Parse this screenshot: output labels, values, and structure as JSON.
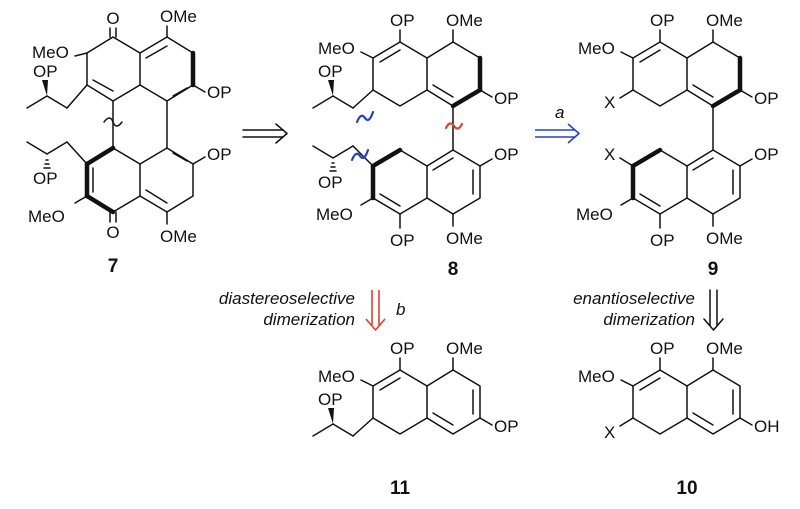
{
  "colors": {
    "ink": "#111111",
    "disconnection_blue": "#2442c8",
    "disconnection_red": "#e2402a"
  },
  "compounds": {
    "c7": {
      "label": "7"
    },
    "c8": {
      "label": "8"
    },
    "c9": {
      "label": "9"
    },
    "c10": {
      "label": "10"
    },
    "c11": {
      "label": "11"
    }
  },
  "atoms": {
    "o": "O",
    "ome": "OMe",
    "meo": "MeO",
    "op": "OP",
    "oh": "OH",
    "x": "X"
  },
  "arrows": {
    "a": {
      "label": "a",
      "color": "#2442c8"
    },
    "b": {
      "label": "b",
      "color": "#e2402a"
    }
  },
  "captions": {
    "left_line1": "diastereoselective",
    "left_line2": "dimerization",
    "right_line1": "enantioselective",
    "right_line2": "dimerization"
  }
}
